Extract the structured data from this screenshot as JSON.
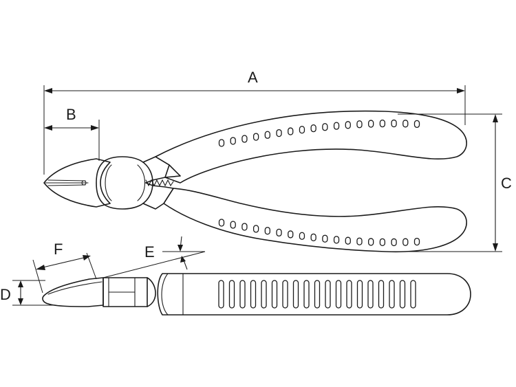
{
  "dimensions": {
    "a": "A",
    "b": "B",
    "c": "C",
    "d": "D",
    "e": "E",
    "f": "F"
  },
  "colors": {
    "line": "#1a1a1a",
    "background": "#ffffff"
  }
}
